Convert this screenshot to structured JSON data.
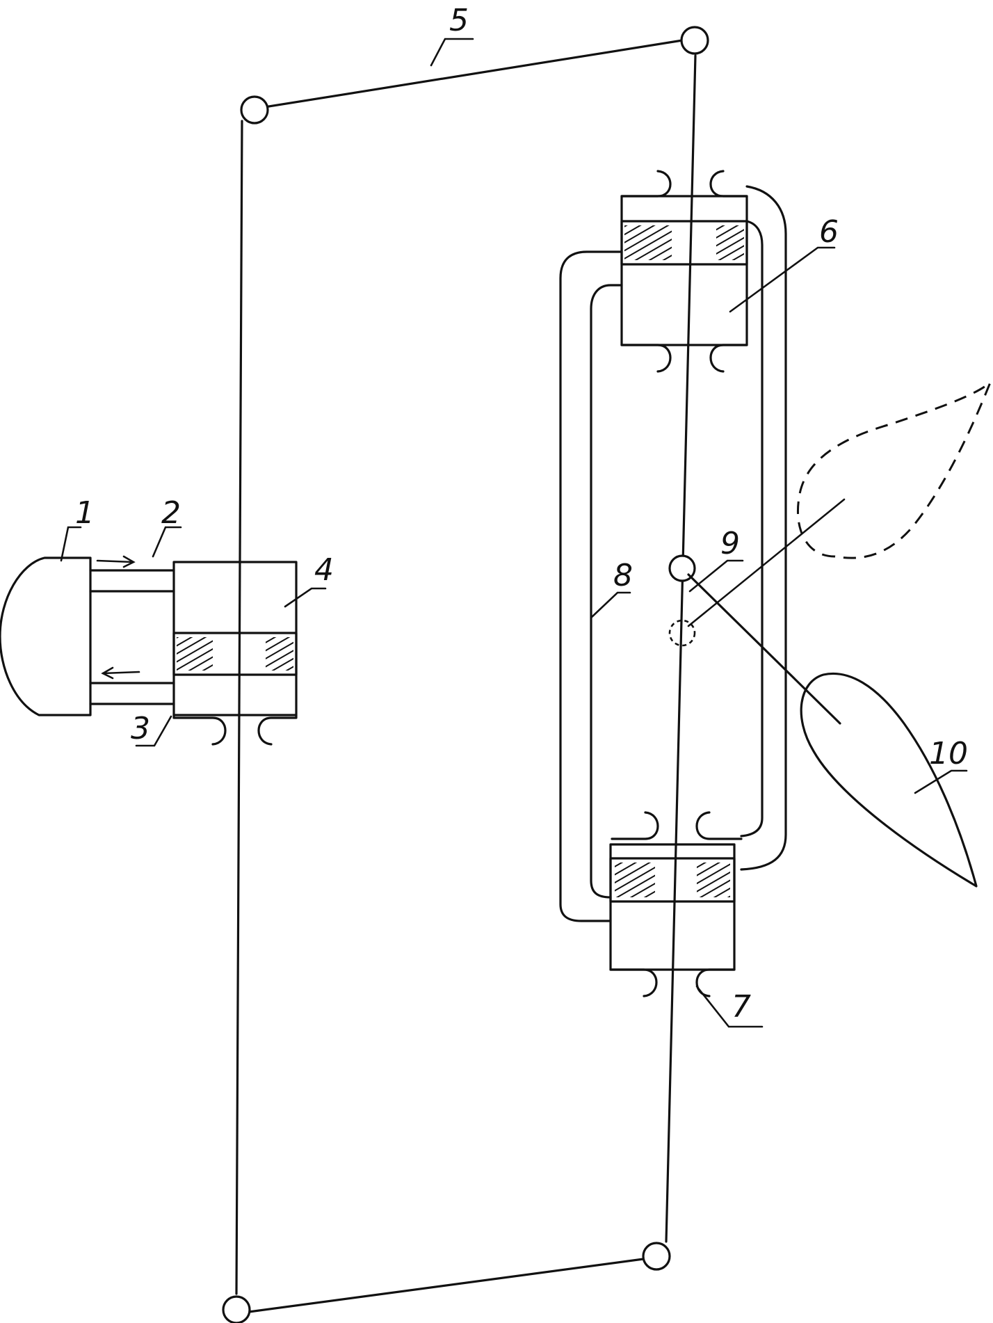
{
  "labels": {
    "l1": "1",
    "l2": "2",
    "l3": "3",
    "l4": "4",
    "l5": "5",
    "l6": "6",
    "l7": "7",
    "l8": "8",
    "l9": "9",
    "l10": "10"
  },
  "colors": {
    "ink": "#111111",
    "paper": "#ffffff"
  }
}
